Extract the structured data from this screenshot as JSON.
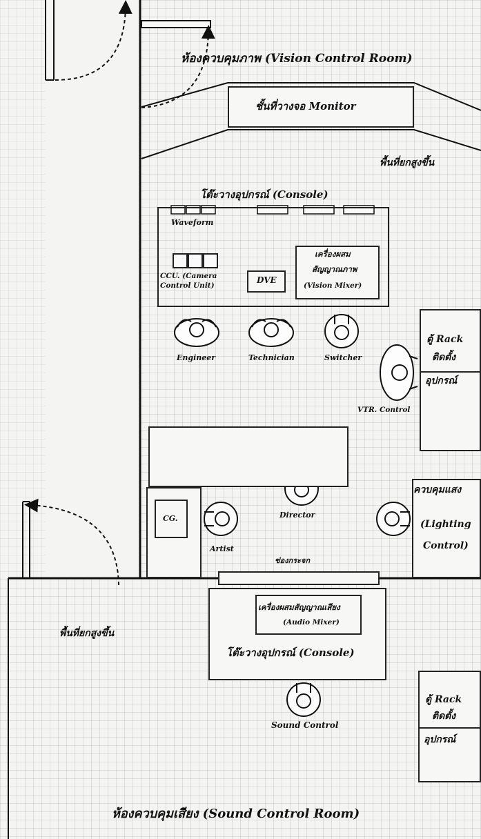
{
  "vision_room": {
    "title": "ห้องควบคุมภาพ (Vision Control Room)",
    "monitor_shelf": "ชั้นที่วางจอ Monitor",
    "raised_floor": "พื้นที่ยกสูงขึ้น",
    "console_title": "โต๊ะวางอุปกรณ์ (Console)",
    "waveform": "Waveform",
    "ccu_line1": "CCU. (Camera",
    "ccu_line2": "Control Unit)",
    "dve": "DVE",
    "vision_mixer_line1": "เครื่องผสม",
    "vision_mixer_line2": "สัญญาณภาพ",
    "vision_mixer_line3": "(Vision Mixer)",
    "engineer": "Engineer",
    "technician": "Technician",
    "switcher": "Switcher",
    "rack_line1": "ตู้ Rack",
    "rack_line2": "ติดตั้ง",
    "rack_line3": "อุปกรณ์",
    "vtr_control": "VTR. Control",
    "cg": "CG.",
    "artist": "Artist",
    "director": "Director",
    "lighting_line1": "ควบคุมแสง",
    "lighting_line2": "(Lighting",
    "lighting_line3": "Control)",
    "glass_window": "ช่องกระจก"
  },
  "sound_room": {
    "title": "ห้องควบคุมเสียง (Sound Control Room)",
    "raised_floor": "พื้นที่ยกสูงขึ้น",
    "audio_mixer_line1": "เครื่องผสมสัญญาณเสียง",
    "audio_mixer_line2": "(Audio Mixer)",
    "console_title": "โต๊ะวางอุปกรณ์ (Console)",
    "sound_control": "Sound Control",
    "rack_line1": "ตู้ Rack",
    "rack_line2": "ติดตั้ง",
    "rack_line3": "อุปกรณ์"
  }
}
